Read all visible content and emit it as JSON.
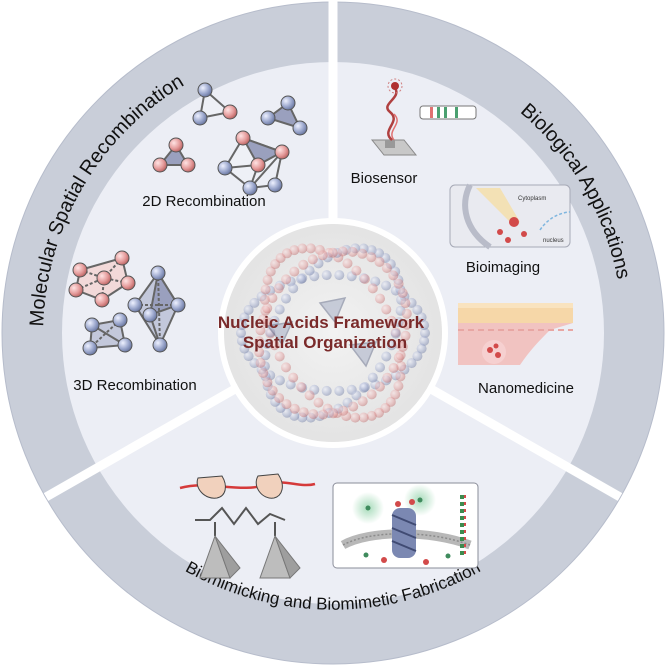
{
  "center": {
    "line1": "Nucleic Acids Framework",
    "line2": "Spatial Organization"
  },
  "sections": {
    "molecular": {
      "title": "Molecular Spatial Recombination",
      "items": [
        "2D Recombination",
        "3D Recombination"
      ]
    },
    "biological": {
      "title": "Biological Applications",
      "items": [
        "Biosensor",
        "Bioimaging",
        "Nanomedicine"
      ]
    },
    "biomimetic": {
      "title": "Biomimicking and Biomimetic Fabrication"
    }
  },
  "inset_labels": {
    "cytoplasm": "Cytoplasm",
    "nucleus": "nucleus"
  },
  "colors": {
    "outer_ring": "#c9ced9",
    "sector": "#eceef5",
    "center_text": "#7a2a2a",
    "node_pink": "#e49a9a",
    "node_blue": "#9aa6cc"
  }
}
